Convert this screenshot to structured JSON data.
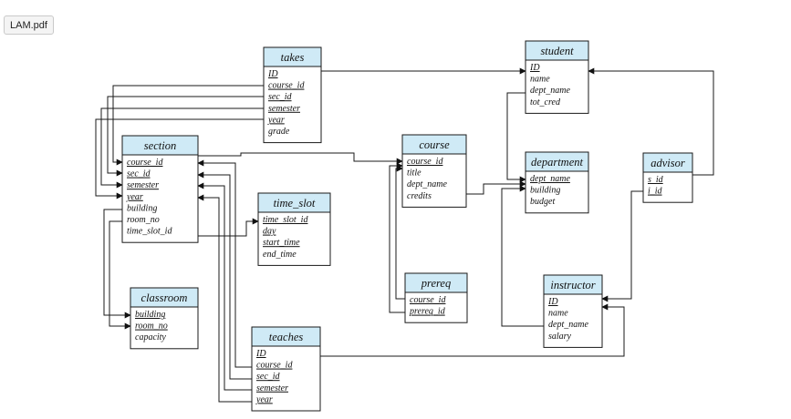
{
  "viewer": {
    "file_button": "LAM.pdf"
  },
  "tables": {
    "takes": {
      "title": "takes",
      "attrs": [
        "ID",
        "course_id",
        "sec_id",
        "semester",
        "year",
        "grade"
      ]
    },
    "student": {
      "title": "student",
      "attrs": [
        "ID",
        "name",
        "dept_name",
        "tot_cred"
      ]
    },
    "section": {
      "title": "section",
      "attrs": [
        "course_id",
        "sec_id",
        "semester",
        "year",
        "building",
        "room_no",
        "time_slot_id"
      ]
    },
    "course": {
      "title": "course",
      "attrs": [
        "course_id",
        "title",
        "dept_name",
        "credits"
      ]
    },
    "department": {
      "title": "department",
      "attrs": [
        "dept_name",
        "building",
        "budget"
      ]
    },
    "advisor": {
      "title": "advisor",
      "attrs": [
        "s_id",
        "i_id"
      ]
    },
    "time_slot": {
      "title": "time_slot",
      "attrs": [
        "time_slot_id",
        "day",
        "start_time",
        "end_time"
      ]
    },
    "classroom": {
      "title": "classroom",
      "attrs": [
        "building",
        "room_no",
        "capacity"
      ]
    },
    "prereq": {
      "title": "prereq",
      "attrs": [
        "course_id",
        "prereq_id"
      ]
    },
    "instructor": {
      "title": "instructor",
      "attrs": [
        "ID",
        "name",
        "dept_name",
        "salary"
      ]
    },
    "teaches": {
      "title": "teaches",
      "attrs": [
        "ID",
        "course_id",
        "sec_id",
        "semester",
        "year"
      ]
    }
  }
}
